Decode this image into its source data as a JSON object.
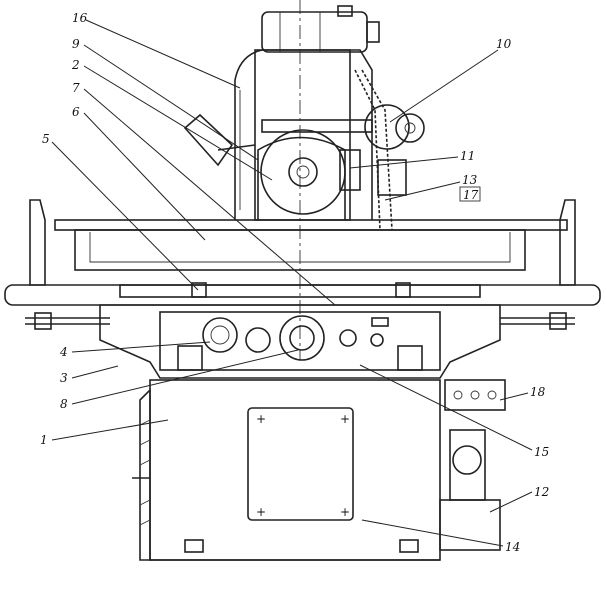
{
  "figure": {
    "callouts": [
      {
        "id": "16",
        "label": "16"
      },
      {
        "id": "9",
        "label": "9"
      },
      {
        "id": "2",
        "label": "2"
      },
      {
        "id": "7",
        "label": "7"
      },
      {
        "id": "6",
        "label": "6"
      },
      {
        "id": "5",
        "label": "5"
      },
      {
        "id": "10",
        "label": "10"
      },
      {
        "id": "11",
        "label": "11"
      },
      {
        "id": "13",
        "label": "13"
      },
      {
        "id": "17",
        "label": "17"
      },
      {
        "id": "4",
        "label": "4"
      },
      {
        "id": "3",
        "label": "3"
      },
      {
        "id": "8",
        "label": "8"
      },
      {
        "id": "1",
        "label": "1"
      },
      {
        "id": "18",
        "label": "18"
      },
      {
        "id": "15",
        "label": "15"
      },
      {
        "id": "12",
        "label": "12"
      },
      {
        "id": "14",
        "label": "14"
      }
    ]
  }
}
